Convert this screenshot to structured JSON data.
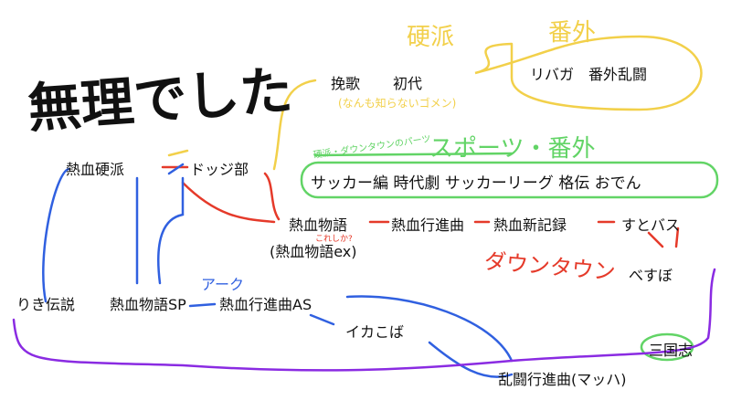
{
  "title": "無理でした",
  "labels": {
    "kouha_yellow": "硬派",
    "bangai_yellow": "番外",
    "banka": "挽歌",
    "shodai": "初代",
    "sorry": "(なんも知らないゴメン)",
    "bubble_text": "リバガ　番外乱闘",
    "green_note": "硬派・ダウンタウンのパーツ",
    "green_title": "スポーツ・番外",
    "sports_box": "サッカー編 時代劇 サッカーリーグ 格伝 おでん",
    "nekketsu_kouha": "熱血硬派",
    "dodge": "ドッジ部",
    "monogatari": "熱血物語",
    "koreshika": "これしか?",
    "monogatari_ex": "(熱血物語ex)",
    "koushinkyoku": "熱血行進曲",
    "shinkiroku": "熱血新記録",
    "sutobasu": "すとバス",
    "besubo": "べすぼ",
    "downtown": "ダウンタウン",
    "riki": "りき伝説",
    "sp": "熱血物語SP",
    "ark": "アーク",
    "as": "熱血行進曲AS",
    "ikakoba": "イカこば",
    "sangokushi": "三国志",
    "rantou": "乱闘行進曲(マッハ)"
  },
  "colors": {
    "yellow": "#f2d04a",
    "green": "#62d466",
    "red": "#e53a2a",
    "blue": "#3060e0",
    "purple": "#8a2be2"
  }
}
